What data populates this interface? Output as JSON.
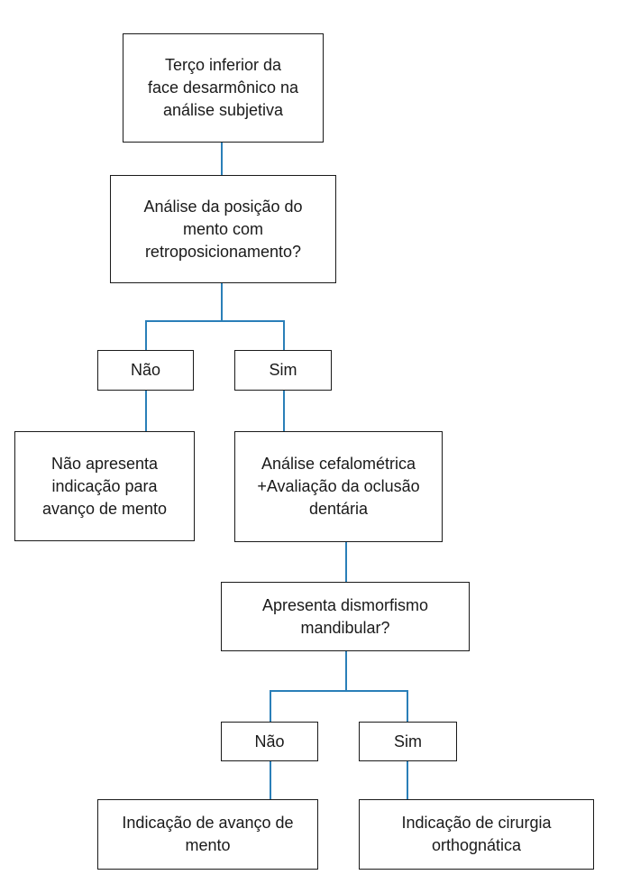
{
  "diagram": {
    "start": "Terço inferior da\nface desarmônico na\nanálise subjetiva",
    "question1": "Análise da posição do\nmento com\nretroposicionamento?",
    "answer1_no": "Não",
    "answer1_yes": "Sim",
    "result_no_advance": "Não apresenta\nindicação para\navanço de mento",
    "evaluation": "Análise cefalométrica\n+Avaliação da oclusão\ndentária",
    "question2": "Apresenta dismorfismo\nmandibular?",
    "answer2_no": "Não",
    "answer2_yes": "Sim",
    "result_chin_advance": "Indicação de avanço de\nmento",
    "result_orthognathic": "Indicação de cirurgia\northognática"
  },
  "colors": {
    "connector": "#2a7fb8",
    "border": "#1a1a1a"
  }
}
